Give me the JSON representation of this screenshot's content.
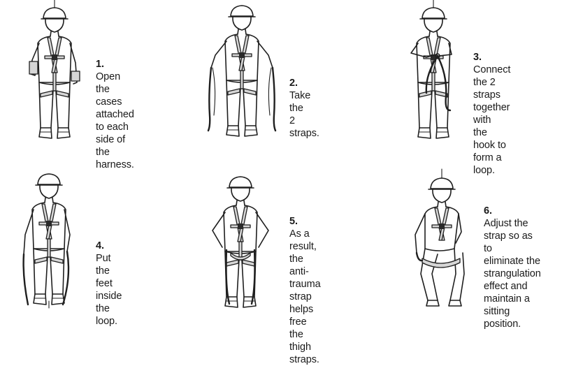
{
  "steps": [
    {
      "number": "1.",
      "text": "Open the\ncases attached\nto each side of\nthe harness.",
      "icon": "worker-opening-cases-icon"
    },
    {
      "number": "2.",
      "text": "Take the\n2 straps.",
      "icon": "worker-holding-straps-icon"
    },
    {
      "number": "3.",
      "text": "Connect\nthe 2 straps\ntogether with\nthe hook to\nform a loop.",
      "icon": "worker-connecting-straps-icon"
    },
    {
      "number": "4.",
      "text": "Put the feet\ninside the loop.",
      "icon": "worker-feet-in-loop-icon"
    },
    {
      "number": "5.",
      "text": "As a result,\nthe anti-trauma\nstrap helps\nfree the thigh\nstraps.",
      "icon": "worker-strap-supporting-icon"
    },
    {
      "number": "6.",
      "text": "Adjust the\nstrap so as to\neliminate the\nstrangulation\neffect and\nmaintain a\nsitting position.",
      "icon": "worker-sitting-position-icon"
    }
  ]
}
